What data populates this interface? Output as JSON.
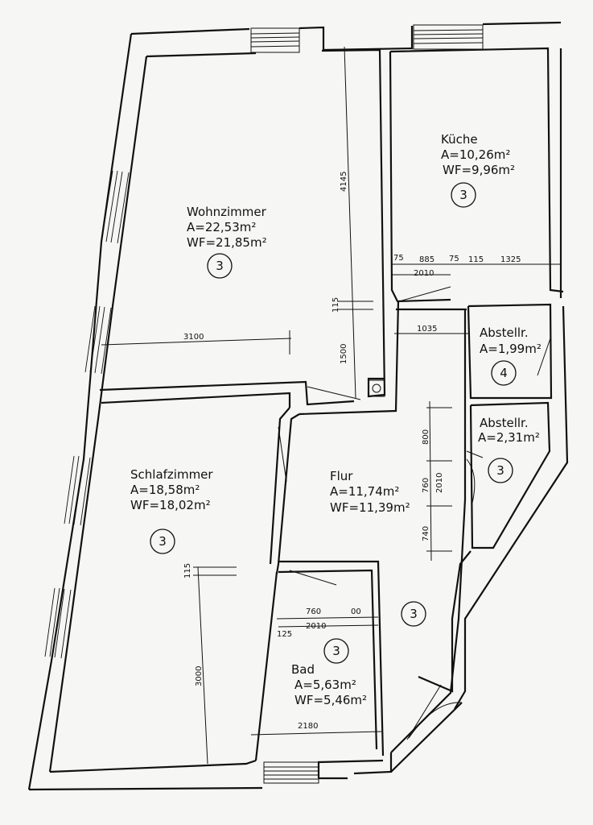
{
  "rooms": {
    "wohnzimmer": {
      "name": "Wohnzimmer",
      "area": "A=22,53m²",
      "wf": "WF=21,85m²",
      "category": "3"
    },
    "kueche": {
      "name": "Küche",
      "area": "A=10,26m²",
      "wf": "WF=9,96m²",
      "category": "3"
    },
    "abstellr1": {
      "name": "Abstellr.",
      "area": "A=1,99m²",
      "category": "4"
    },
    "abstellr2": {
      "name": "Abstellr.",
      "area": "A=2,31m²",
      "category": "3"
    },
    "schlafzimmer": {
      "name": "Schlafzimmer",
      "area": "A=18,58m²",
      "wf": "WF=18,02m²",
      "category": "3"
    },
    "flur": {
      "name": "Flur",
      "area": "A=11,74m²",
      "wf": "WF=11,39m²",
      "category": "3"
    },
    "bad": {
      "name": "Bad",
      "area": "A=5,63m²",
      "wf": "WF=5,46m²",
      "category": "3"
    }
  },
  "dimensions": {
    "d4145": "4145",
    "d115a": "115",
    "d1500": "1500",
    "d3100": "3100",
    "d1035": "1035",
    "d75a": "75",
    "d885": "885",
    "d75b": "75",
    "d115b": "115",
    "d1325": "1325",
    "d2010a": "2010",
    "d800": "800",
    "d760a": "760",
    "d2010b": "2010",
    "d740": "740",
    "d115c": "115",
    "d3000": "3000",
    "d760b": "760",
    "d00": "00",
    "d2010c": "2010",
    "d125": "125",
    "d2180": "2180"
  }
}
